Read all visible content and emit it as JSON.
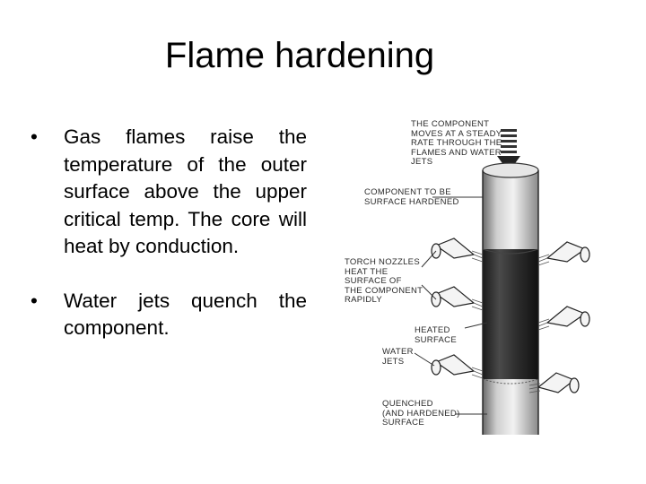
{
  "slide": {
    "title": "Flame hardening",
    "bullets": [
      {
        "text": "Gas flames raise the temperature of the outer surface above the upper critical temp. The core will heat by conduction."
      },
      {
        "text": "Water jets quench the component."
      }
    ],
    "bullet_symbol": "•"
  },
  "figure": {
    "labels": {
      "moves": "THE COMPONENT\nMOVES AT A STEADY\nRATE THROUGH THE\nFLAMES AND WATER\nJETS",
      "component": "COMPONENT TO BE\nSURFACE HARDENED",
      "torch": "TORCH NOZZLES\nHEAT THE\nSURFACE OF\nTHE COMPONENT\nRAPIDLY",
      "heated": "HEATED\nSURFACE",
      "water": "WATER\nJETS",
      "quenched": "QUENCHED\n(AND HARDENED)\nSURFACE"
    }
  }
}
